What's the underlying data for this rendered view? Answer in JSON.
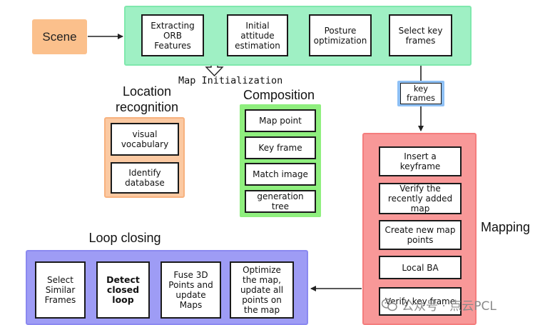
{
  "scene": {
    "label": "Scene"
  },
  "initialization": {
    "label": "Map Initialization",
    "steps": [
      "Extracting\nORB\nFeatures",
      "Initial\nattitude\nestimation",
      "Posture\noptimization",
      "Select key\nframes"
    ]
  },
  "key_frames_link": {
    "label": "key\nframes"
  },
  "location_recognition": {
    "title": "Location\nrecognition",
    "items": [
      "visual\nvocabulary",
      "Identify\ndatabase"
    ]
  },
  "composition": {
    "title": "Composition",
    "items": [
      "Map point",
      "Key frame",
      "Match image",
      "generation\ntree"
    ]
  },
  "mapping": {
    "title": "Mapping",
    "items": [
      "Insert a\nkeyframe",
      "Verify the\nrecently added\nmap",
      "Create new map\npoints",
      "Local BA",
      "Verify key frame"
    ]
  },
  "loop_closing": {
    "title": "Loop closing",
    "items": [
      "Select\nSimilar\nFrames",
      "Detect\nclosed\nloop",
      "Fuse 3D\nPoints and\nupdate\nMaps",
      "Optimize\nthe map,\nupdate all\npoints on\nthe map"
    ]
  },
  "watermark": {
    "text": "公众号 · 点云PCL"
  },
  "colors": {
    "initialization_bg": "#9ff0c4",
    "location_bg": "#fbc9a2",
    "composition_bg": "#8fef7e",
    "mapping_bg": "#f89898",
    "loop_bg": "#9e9cf5",
    "keyframes_border": "#8ec0f5",
    "scene_bg": "#fbc08c"
  }
}
